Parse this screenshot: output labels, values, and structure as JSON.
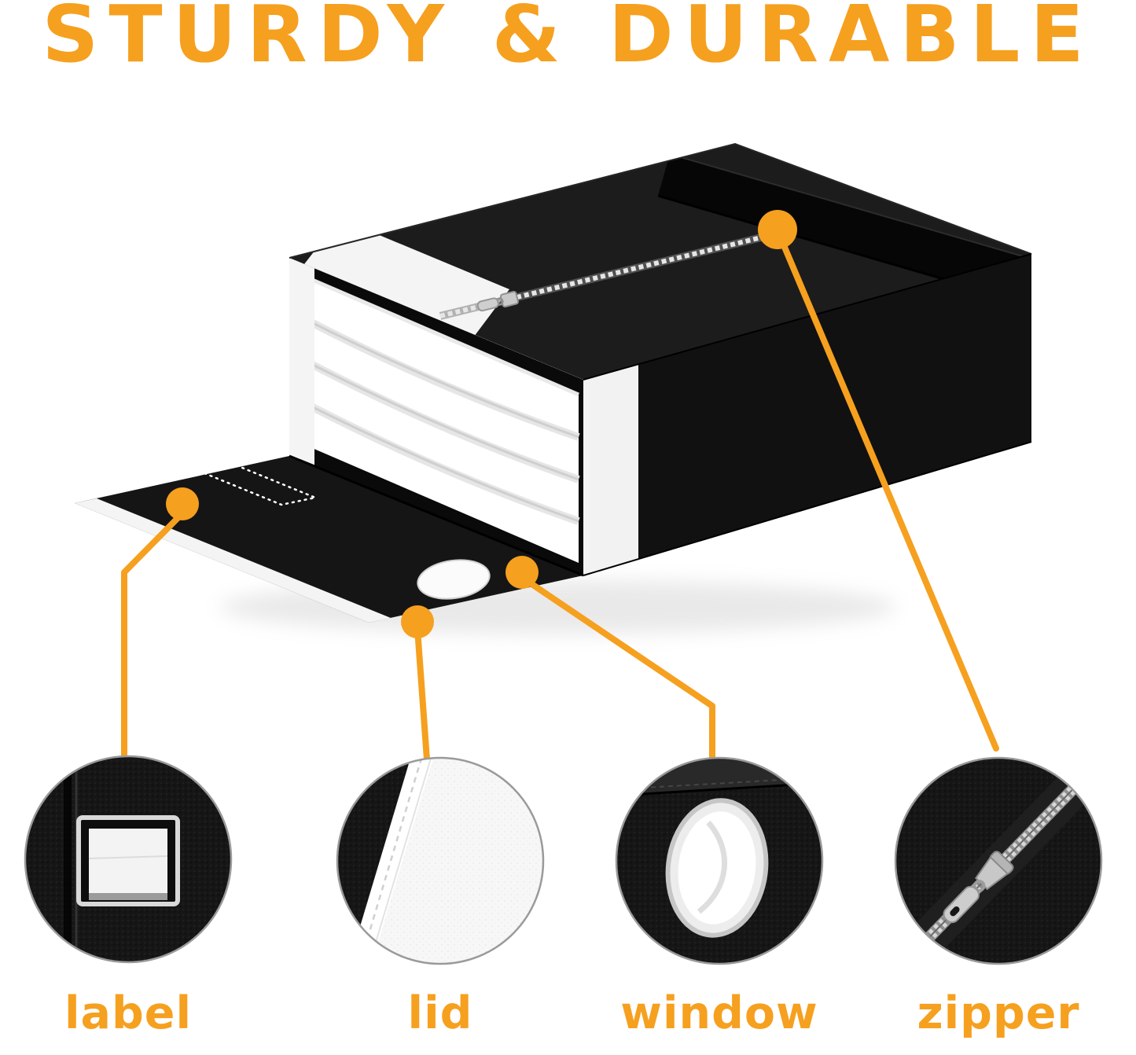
{
  "headline": {
    "text": "STURDY & DURABLE"
  },
  "colors": {
    "accent_orange": "#F6A01F",
    "box_black": "#151515",
    "fabric_white": "#f7f7f7",
    "zipper_silver": "#d8d8d8"
  },
  "product": {
    "type": "foldable storage bag with bedding inside",
    "features_pointed_out": [
      "label",
      "lid",
      "window",
      "zipper"
    ]
  },
  "callouts": [
    {
      "id": "label",
      "label": "label"
    },
    {
      "id": "lid",
      "label": "lid"
    },
    {
      "id": "window",
      "label": "window"
    },
    {
      "id": "zipper",
      "label": "zipper"
    }
  ]
}
